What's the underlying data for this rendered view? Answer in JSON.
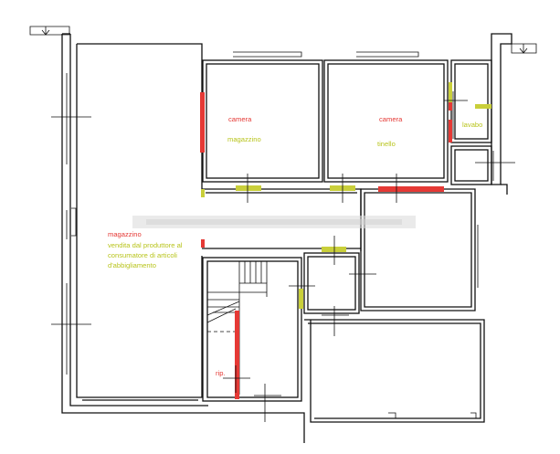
{
  "colors": {
    "wall": "#111111",
    "red_label": "#e53935",
    "green_label": "#b8c41c",
    "red_door": "#e53935",
    "green_door": "#c9cf3a",
    "blur": "#dcdcdc"
  },
  "labels": {
    "camera_left": "camera",
    "magazzino_small": "magazzino",
    "camera_right": "camera",
    "tinello": "tinello",
    "lavabo": "lavabo",
    "magazzino_big": "magazzino",
    "shop_desc_1": "vendita dal produttore al",
    "shop_desc_2": "consumatore di articoli",
    "shop_desc_3": "d'abbigliamento",
    "rip": "rip."
  }
}
